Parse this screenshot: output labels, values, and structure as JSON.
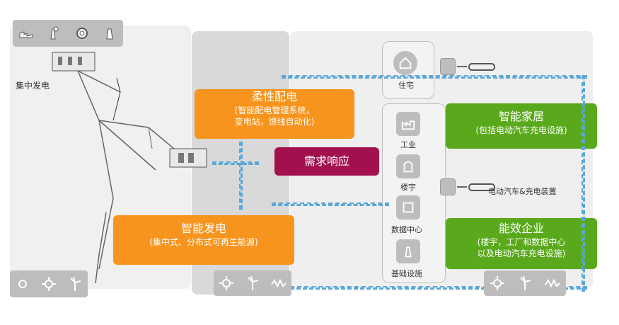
{
  "labels": {
    "centralized_generation": "集中发电",
    "residential": "住宅",
    "industry": "工业",
    "building": "楼宇",
    "datacenter": "数据中心",
    "infrastructure": "基础设施",
    "ev_charging": "电动汽车&充电装置"
  },
  "boxes": {
    "flex_distribution": {
      "title": "柔性配电",
      "sub": "(智能配电管理系统，\n变电站，馈线自动化)"
    },
    "demand_response": {
      "title": "需求响应"
    },
    "smart_generation": {
      "title": "智能发电",
      "sub": "(集中式、分布式可再生能源)"
    },
    "smart_home": {
      "title": "智能家居",
      "sub": "(包括电动汽车充电设施)"
    },
    "efficient_enterprise": {
      "title": "能效企业",
      "sub": "(楼宇，工厂和数据中心\n以及电动汽车充电设施)"
    }
  },
  "colors": {
    "orange": "#f7941d",
    "green": "#5aa91c",
    "maroon": "#a2114e",
    "panel_dark": "#d9d9d9",
    "panel_light": "#eeeeee",
    "dashed": "#5aa7d8"
  },
  "icons": [
    "factory-icon",
    "power-plant-icon",
    "gear-icon",
    "nuclear-icon",
    "flower-icon",
    "sun-icon",
    "wind-turbine-icon",
    "wave-icon"
  ]
}
